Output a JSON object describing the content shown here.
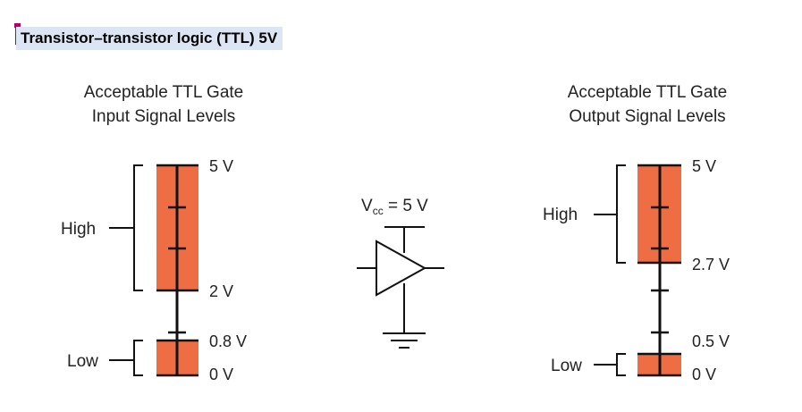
{
  "header": {
    "title": "Transistor–transistor logic (TTL) 5V"
  },
  "input_levels": {
    "title_line1": "Acceptable TTL Gate",
    "title_line2": "Input Signal Levels",
    "high_label": "High",
    "low_label": "Low",
    "scale": [
      "5 V",
      "2 V",
      "0.8 V",
      "0 V"
    ]
  },
  "gate": {
    "vcc_label_prefix": "V",
    "vcc_label_sub": "cc",
    "vcc_label_suffix": " = 5 V"
  },
  "output_levels": {
    "title_line1": "Acceptable TTL Gate",
    "title_line2": "Output Signal Levels",
    "high_label": "High",
    "low_label": "Low",
    "scale": [
      "5 V",
      "2.7 V",
      "0.5 V",
      "0 V"
    ]
  },
  "colors": {
    "band": "#ee6d43",
    "line": "#111111",
    "header_bg": "#dbe5f4",
    "marker": "#b0006b"
  }
}
